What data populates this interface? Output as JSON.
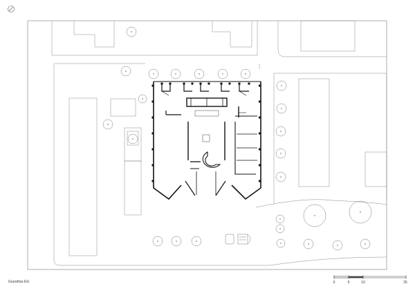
{
  "caption": "Grundriss EG",
  "north_symbol": "north-arrow-icon",
  "scale_bar": {
    "ticks": [
      "0",
      "5",
      "10",
      "25"
    ]
  }
}
